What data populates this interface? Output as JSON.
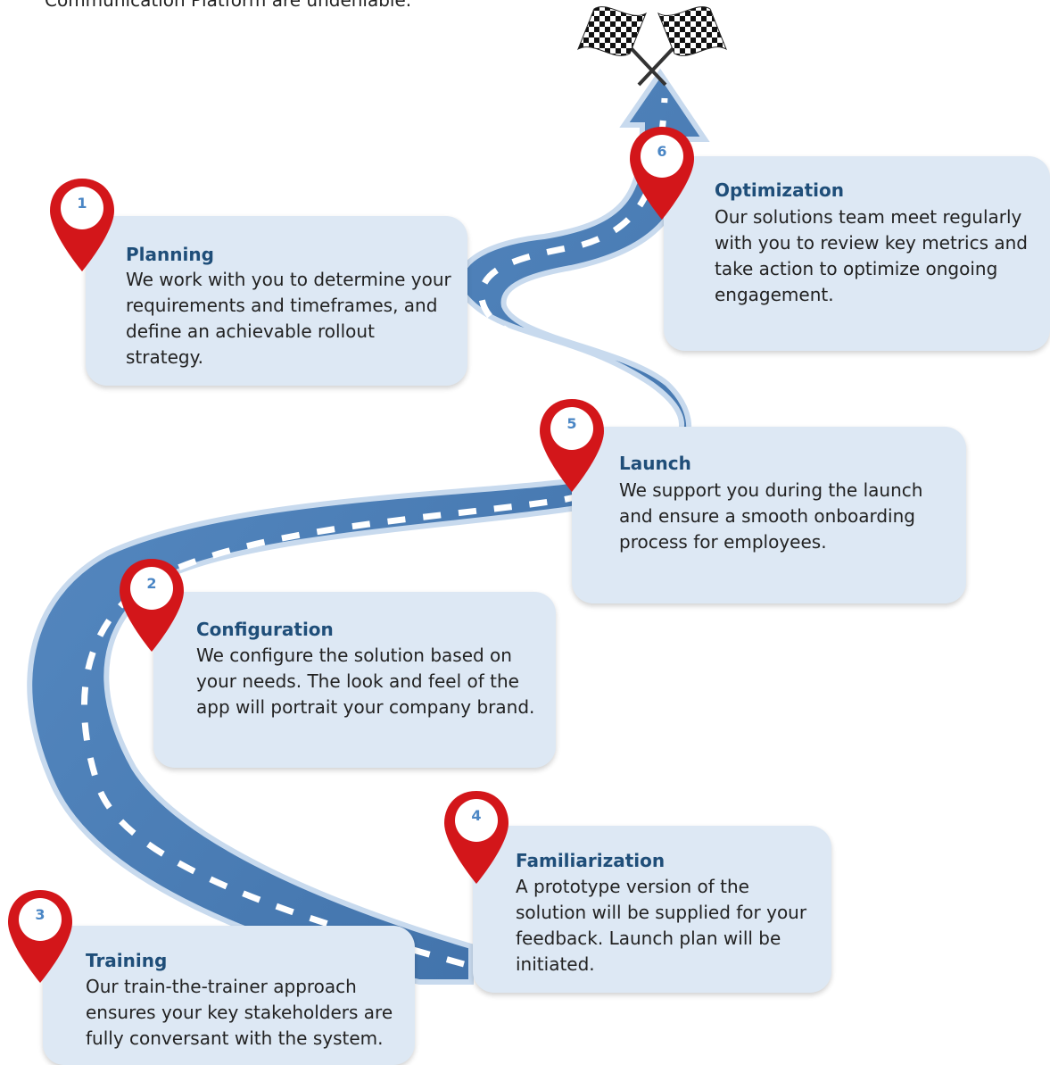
{
  "intro_fragment": "Communication Platform are undeniable.",
  "colors": {
    "road": "#4a7fb9",
    "road_dark": "#3a679b",
    "road_edge": "#c8daee",
    "card_bg": "#dde8f4",
    "title": "#1f4e79",
    "pin": "#d3161a",
    "pin_number": "#4a86c5"
  },
  "icons": {
    "finish": "checkered-flags-icon",
    "marker": "map-pin-icon"
  },
  "steps": [
    {
      "number": "1",
      "title": "Planning",
      "text": "We work with you to determine your requirements and timeframes, and define an achievable rollout strategy."
    },
    {
      "number": "2",
      "title": "Configuration",
      "text": "We configure the solution based on your needs. The look and feel of the app will portrait your company brand."
    },
    {
      "number": "3",
      "title": "Training",
      "text": "Our train-the-trainer approach ensures your key stakeholders are fully conversant with the system."
    },
    {
      "number": "4",
      "title": "Familiarization",
      "text": "A prototype version of the solution will be supplied for your feedback.  Launch plan will be initiated."
    },
    {
      "number": "5",
      "title": "Launch",
      "text": "We support you during the launch and ensure a smooth onboarding process for employees."
    },
    {
      "number": "6",
      "title": "Optimization",
      "text": "Our solutions team meet regularly with you to review key metrics and take action to optimize ongoing engagement."
    }
  ]
}
